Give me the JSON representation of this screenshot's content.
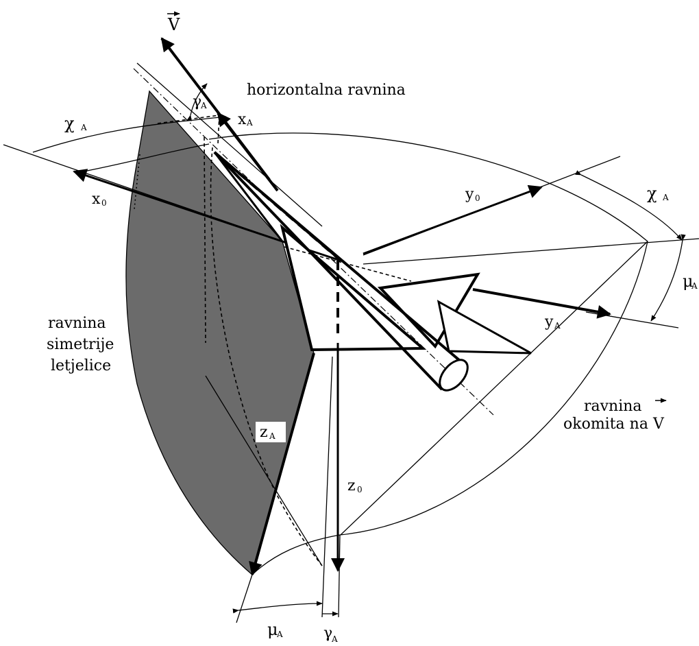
{
  "labels": {
    "v_vector": "V",
    "horizontal_plane": "horizontalna ravnina",
    "symmetry_plane": [
      "ravnina",
      "simetrije",
      "letjelice"
    ],
    "perpendicular_plane": [
      "ravnina",
      "okomita na V"
    ],
    "chi_A_left": {
      "main": "χ",
      "sub": "A"
    },
    "chi_A_right": {
      "main": "χ",
      "sub": "A"
    },
    "gamma_A_top": {
      "main": "γ",
      "sub": "A"
    },
    "gamma_A_bottom": {
      "main": "γ",
      "sub": "A"
    },
    "mu_A_right": {
      "main": "μ",
      "sub": "A"
    },
    "mu_A_bottom": {
      "main": "μ",
      "sub": "A"
    },
    "x_A": {
      "main": "x",
      "sub": "A"
    },
    "x_0": {
      "main": "x",
      "sub": "0"
    },
    "y_0": {
      "main": "y",
      "sub": "0"
    },
    "y_A": {
      "main": "y",
      "sub": "A"
    },
    "z_A": {
      "main": "z",
      "sub": "A"
    },
    "z_0": {
      "main": "z",
      "sub": "0"
    }
  },
  "colors": {
    "line": "#000000",
    "shaded_plane": "#6b6b6b",
    "background": "#ffffff"
  }
}
